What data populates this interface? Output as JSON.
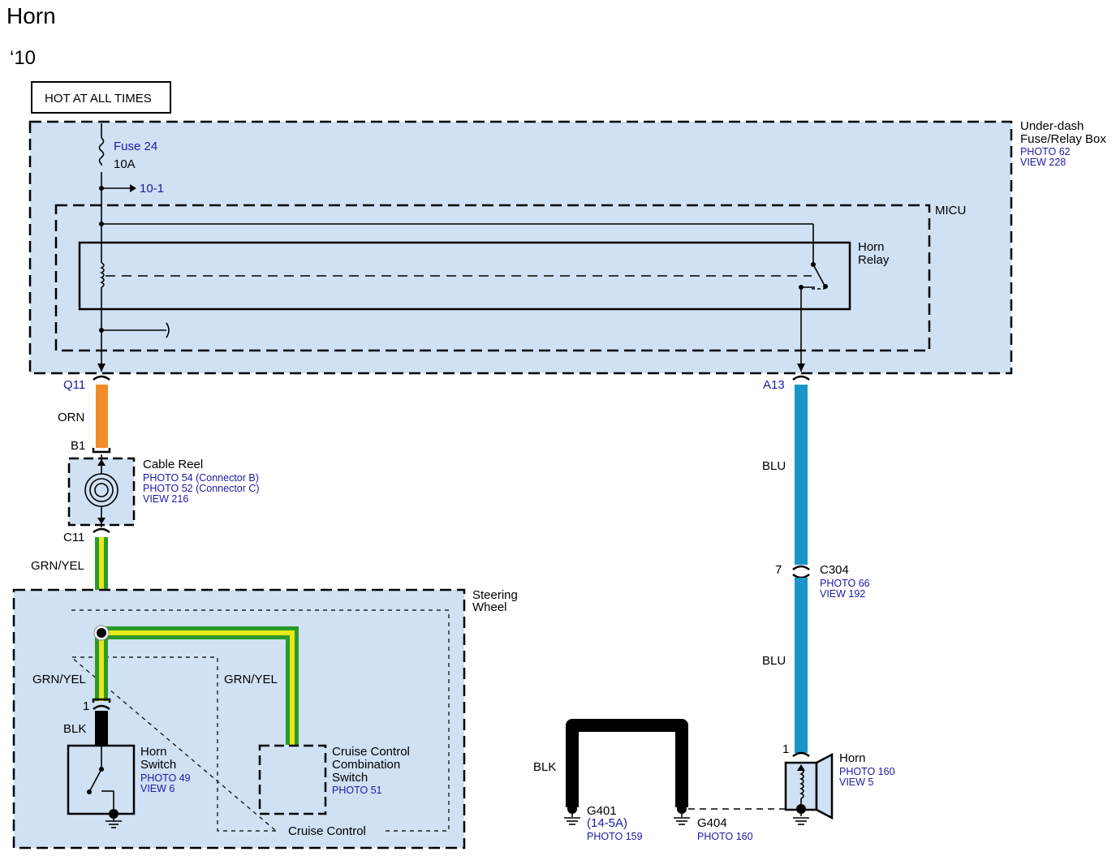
{
  "title": "Horn",
  "model_year": "‘10",
  "power_label": "HOT AT ALL TIMES",
  "fuse_box": {
    "name_line1": "Under-dash",
    "name_line2": "Fuse/Relay Box",
    "photo": "PHOTO 62",
    "view": "VIEW 228",
    "fuse_name": "Fuse 24",
    "fuse_rating": "10A",
    "ref": "10-1"
  },
  "micu": {
    "name": "MICU"
  },
  "horn_relay": {
    "line1": "Horn",
    "line2": "Relay"
  },
  "terminals": {
    "q11": "Q11",
    "a13": "A13",
    "b1": "B1",
    "c11": "C11",
    "horn_1": "1",
    "switch_1": "1",
    "c304_pin": "7"
  },
  "wires": {
    "orn": "ORN",
    "grn_yel_top": "GRN/YEL",
    "grn_yel_left": "GRN/YEL",
    "grn_yel_right": "GRN/YEL",
    "blk_switch": "BLK",
    "blu_upper": "BLU",
    "blu_lower": "BLU",
    "blk_ground": "BLK"
  },
  "cable_reel": {
    "name": "Cable Reel",
    "photo_b": "PHOTO 54 (Connector B)",
    "photo_c": "PHOTO 52 (Connector C)",
    "view": "VIEW 216"
  },
  "c304": {
    "name": "C304",
    "photo": "PHOTO 66",
    "view": "VIEW 192"
  },
  "steering_wheel": {
    "line1": "Steering",
    "line2": "Wheel"
  },
  "horn_switch": {
    "line1": "Horn",
    "line2": "Switch",
    "photo": "PHOTO 49",
    "view": "VIEW 6"
  },
  "cruise_switch": {
    "line1": "Cruise Control",
    "line2": "Combination",
    "line3": "Switch",
    "photo": "PHOTO 51"
  },
  "cruise_control": {
    "name": "Cruise Control"
  },
  "horn": {
    "name": "Horn",
    "photo": "PHOTO 160",
    "view": "VIEW 5"
  },
  "g401": {
    "name": "G401",
    "ref": "(14-5A)",
    "photo": "PHOTO 159"
  },
  "g404": {
    "name": "G404",
    "photo": "PHOTO 160"
  },
  "colors": {
    "box_fill": "#cfe1f3",
    "orn_wire": "#f28c28",
    "blu_wire": "#1b95c9",
    "grn_wire": "#2a9a2a",
    "yel_wire": "#e8e81a",
    "blk_wire": "#000000",
    "ref_text": "#1a1aa6"
  }
}
